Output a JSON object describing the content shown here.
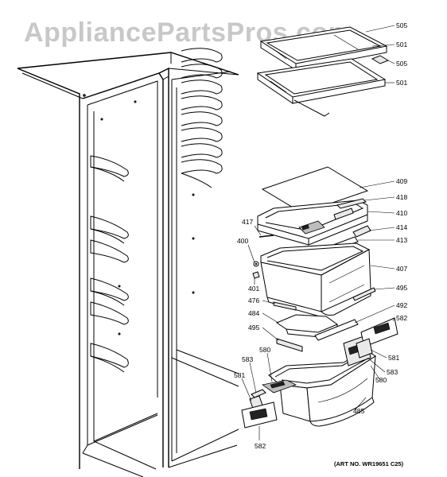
{
  "watermark": "AppliancePartsPros.com",
  "art_number": "(ART NO. WR19651 C25)",
  "callouts": [
    {
      "id": "c505a",
      "label": "505"
    },
    {
      "id": "c501a",
      "label": "501"
    },
    {
      "id": "c505b",
      "label": "505"
    },
    {
      "id": "c501b",
      "label": "501"
    },
    {
      "id": "c409",
      "label": "409"
    },
    {
      "id": "c418",
      "label": "418"
    },
    {
      "id": "c410",
      "label": "410"
    },
    {
      "id": "c417",
      "label": "417"
    },
    {
      "id": "c414",
      "label": "414"
    },
    {
      "id": "c413",
      "label": "413"
    },
    {
      "id": "c400",
      "label": "400"
    },
    {
      "id": "c407",
      "label": "407"
    },
    {
      "id": "c401",
      "label": "401"
    },
    {
      "id": "c495a",
      "label": "495"
    },
    {
      "id": "c476",
      "label": "476"
    },
    {
      "id": "c492",
      "label": "492"
    },
    {
      "id": "c484",
      "label": "484"
    },
    {
      "id": "c582a",
      "label": "582"
    },
    {
      "id": "c495b",
      "label": "495"
    },
    {
      "id": "c580a",
      "label": "580"
    },
    {
      "id": "c581a",
      "label": "581"
    },
    {
      "id": "c583a",
      "label": "583"
    },
    {
      "id": "c583b",
      "label": "583"
    },
    {
      "id": "c580b",
      "label": "580"
    },
    {
      "id": "c581b",
      "label": "581"
    },
    {
      "id": "c485",
      "label": "485"
    },
    {
      "id": "c582b",
      "label": "582"
    }
  ]
}
